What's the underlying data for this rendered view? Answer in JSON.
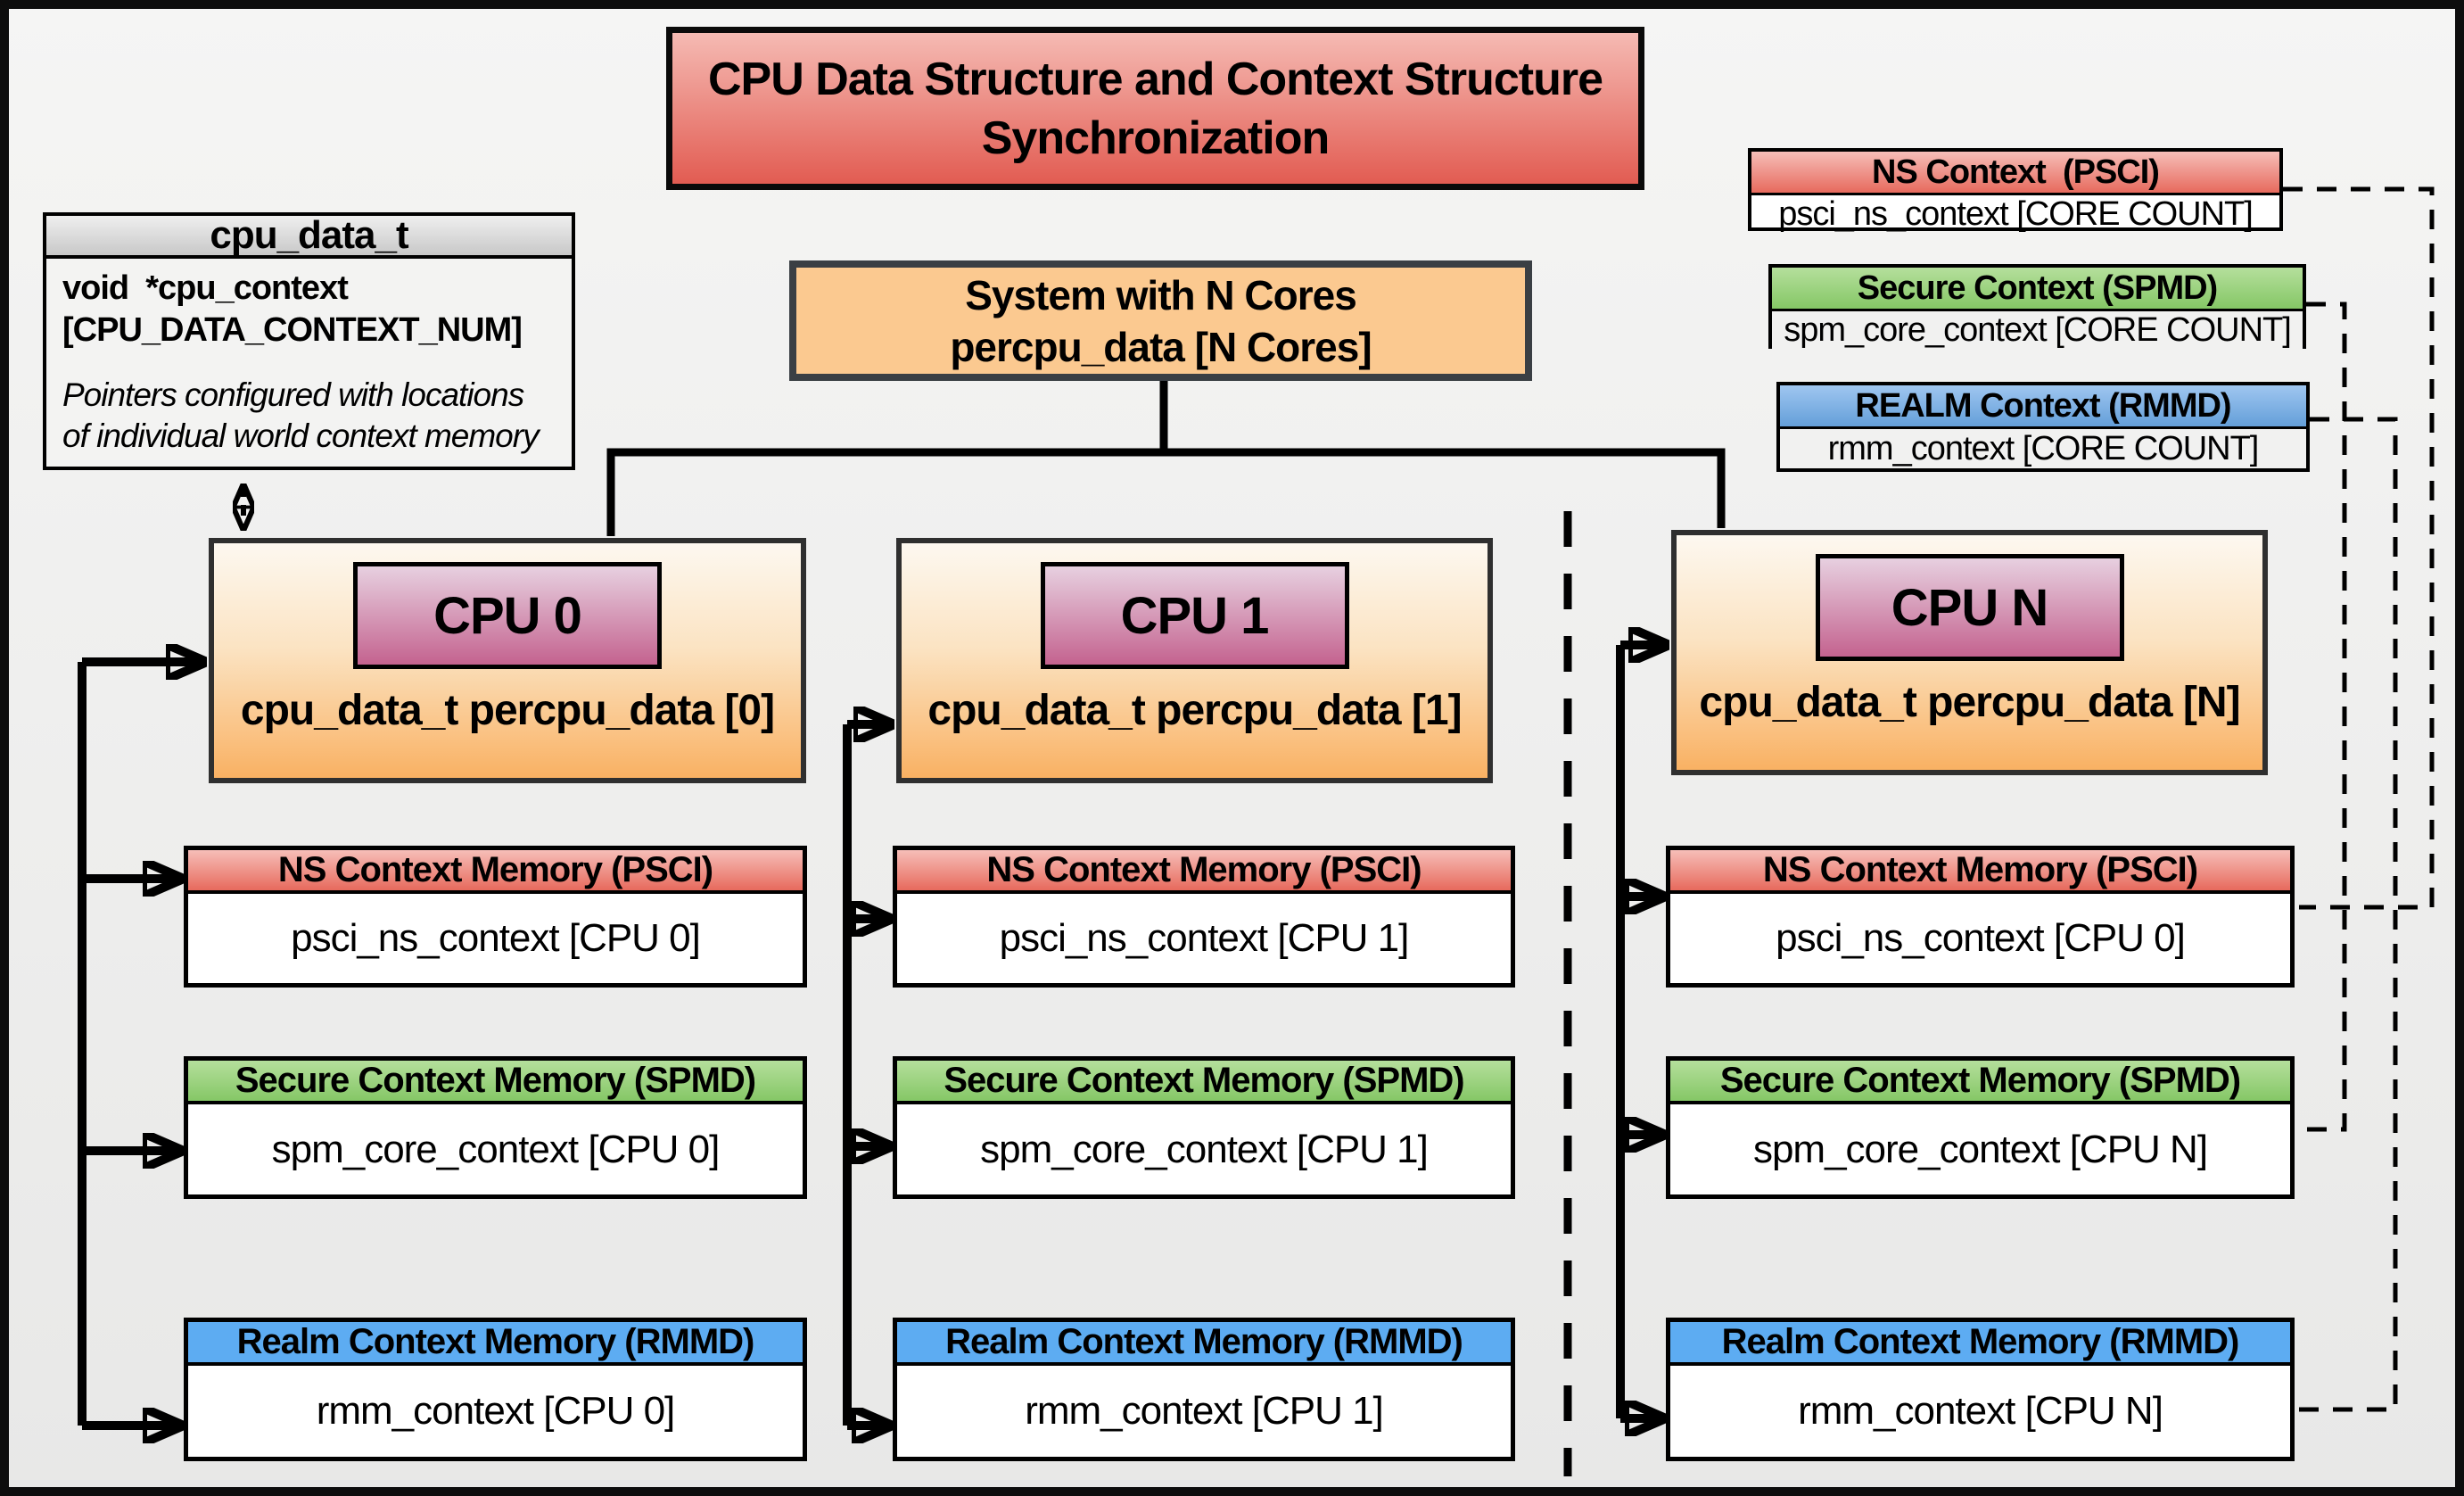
{
  "diagram_title": {
    "line1": "CPU Data Structure and Context Structure",
    "line2": "Synchronization"
  },
  "cpu_data_t_box": {
    "header": "cpu_data_t",
    "field_line1": "void  *cpu_context",
    "field_line2": "[CPU_DATA_CONTEXT_NUM]",
    "note_line1": "Pointers configured with locations",
    "note_line2": "of individual world context memory"
  },
  "system_box": {
    "line1": "System with N Cores",
    "line2": "percpu_data [N Cores]"
  },
  "legend": {
    "ns": {
      "header": "NS Context  (PSCI)",
      "body": "psci_ns_context [CORE COUNT]"
    },
    "secure": {
      "header": "Secure Context (SPMD)",
      "body": "spm_core_context [CORE COUNT]"
    },
    "realm": {
      "header": "REALM Context (RMMD)",
      "body": "rmm_context [CORE COUNT]"
    }
  },
  "columns": [
    {
      "id": "cpu0",
      "cpu_label": "CPU 0",
      "cpu_data": "cpu_data_t percpu_data [0]",
      "ns_header": "NS Context Memory (PSCI)",
      "ns_body": "psci_ns_context [CPU 0]",
      "secure_header": "Secure Context Memory (SPMD)",
      "secure_body": "spm_core_context [CPU 0]",
      "realm_header": "Realm Context Memory (RMMD)",
      "realm_body": "rmm_context [CPU 0]"
    },
    {
      "id": "cpu1",
      "cpu_label": "CPU 1",
      "cpu_data": "cpu_data_t percpu_data [1]",
      "ns_header": "NS Context Memory (PSCI)",
      "ns_body": "psci_ns_context [CPU 1]",
      "secure_header": "Secure Context Memory (SPMD)",
      "secure_body": "spm_core_context [CPU 1]",
      "realm_header": "Realm Context Memory (RMMD)",
      "realm_body": "rmm_context [CPU 1]"
    },
    {
      "id": "cpuN",
      "cpu_label": "CPU N",
      "cpu_data": "cpu_data_t percpu_data [N]",
      "ns_header": "NS Context Memory (PSCI)",
      "ns_body": "psci_ns_context [CPU 0]",
      "secure_header": "Secure Context Memory (SPMD)",
      "secure_body": "spm_core_context [CPU N]",
      "realm_header": "Realm Context Memory (RMMD)",
      "realm_body": "rmm_context [CPU N]"
    }
  ],
  "colors": {
    "frame": "#0d0d0d",
    "bg_top": "#f5f5f4",
    "bg_bottom": "#e8e8e7",
    "title_top": "#f5bab3",
    "title_bottom": "#e25c52",
    "gray_hdr_top": "#efefef",
    "gray_hdr_bottom": "#c8c8c8",
    "panel_bg": "#f3f3f2",
    "system_fill": "#fbc990",
    "system_border": "#3a3f44",
    "cpu_top": "#fdf8f0",
    "cpu_bottom": "#f9b163",
    "pink_top": "#e7d0e0",
    "pink_bottom": "#c4638f",
    "red_top": "#f6beb8",
    "red_bottom": "#e76a5d",
    "green_top": "#b5df9c",
    "green_bottom": "#85c766",
    "blue_top": "#9fc6f0",
    "blue_bottom": "#649fd9",
    "blue_flat": "#5dacf2",
    "line": "#000000"
  }
}
